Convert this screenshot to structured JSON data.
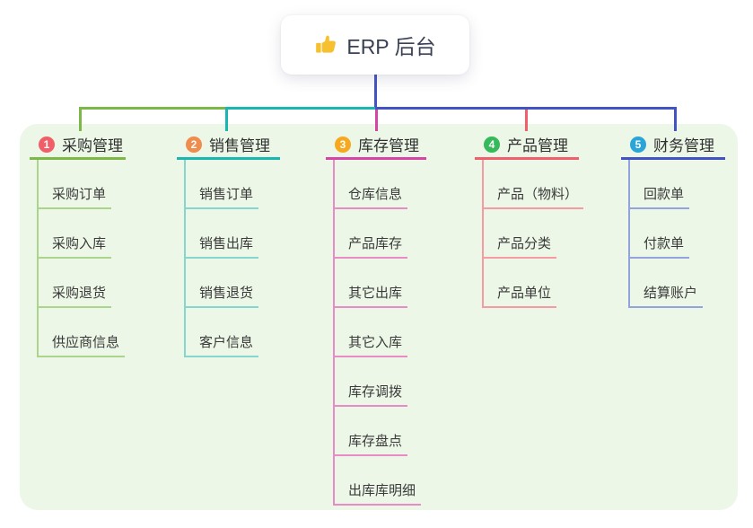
{
  "root": {
    "title": "ERP 后台",
    "icon": "thumbs-up-icon",
    "icon_color": "#f7c02e",
    "line_color": "#4254c5"
  },
  "panel_bg": "#ecf7e7",
  "branches": [
    {
      "number": "1",
      "title": "采购管理",
      "badge_color": "#f25e68",
      "line_color": "#7cb845",
      "child_line_color": "#abd48c",
      "children": [
        "采购订单",
        "采购入库",
        "采购退货",
        "供应商信息"
      ]
    },
    {
      "number": "2",
      "title": "销售管理",
      "badge_color": "#f08c4e",
      "line_color": "#19b8ae",
      "child_line_color": "#84d6cf",
      "children": [
        "销售订单",
        "销售出库",
        "销售退货",
        "客户信息"
      ]
    },
    {
      "number": "3",
      "title": "库存管理",
      "badge_color": "#f6a91f",
      "line_color": "#d843a6",
      "child_line_color": "#e78cc4",
      "children": [
        "仓库信息",
        "产品库存",
        "其它出库",
        "其它入库",
        "库存调拨",
        "库存盘点",
        "出库库明细"
      ]
    },
    {
      "number": "4",
      "title": "产品管理",
      "badge_color": "#35b95a",
      "line_color": "#f15f6c",
      "child_line_color": "#f69ba3",
      "children": [
        "产品（物料）",
        "产品分类",
        "产品单位"
      ]
    },
    {
      "number": "5",
      "title": "财务管理",
      "badge_color": "#2ba5d8",
      "line_color": "#4254c5",
      "child_line_color": "#93a3dd",
      "children": [
        "回款单",
        "付款单",
        "结算账户"
      ]
    }
  ]
}
